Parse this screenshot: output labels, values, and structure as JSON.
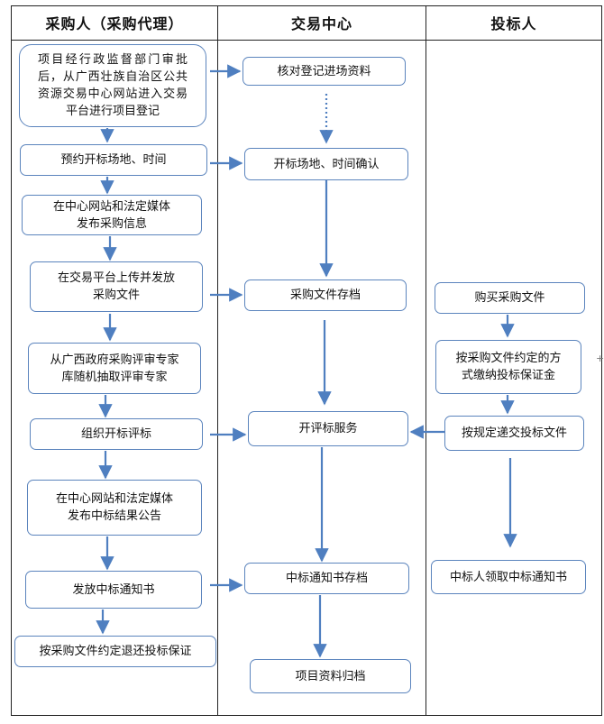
{
  "headers": {
    "purchaser": "采购人（采购代理）",
    "center": "交易中心",
    "bidder": "投标人"
  },
  "purchaser_steps": [
    "项目经行政监督部门审批后，从广西壮族自治区公共资源交易中心网站进入交易平台进行项目登记",
    "预约开标场地、时间",
    "在中心网站和法定媒体\n发布采购信息",
    "在交易平台上传并发放\n采购文件",
    "从广西政府采购评审专家\n库随机抽取评审专家",
    "组织开标评标",
    "在中心网站和法定媒体\n发布中标结果公告",
    "发放中标通知书",
    "按采购文件约定退还投标保证"
  ],
  "center_steps": [
    "核对登记进场资料",
    "开标场地、时间确认",
    "采购文件存档",
    "开评标服务",
    "中标通知书存档",
    "项目资料归档"
  ],
  "bidder_steps": [
    "购买采购文件",
    "按采购文件约定的方\n式缴纳投标保证金",
    "按规定递交投标文件",
    "中标人领取中标通知书"
  ],
  "edge_mark": "+",
  "colors": {
    "border": "#5b84bd",
    "arrow": "#4f7fc0",
    "grid": "#222222"
  }
}
